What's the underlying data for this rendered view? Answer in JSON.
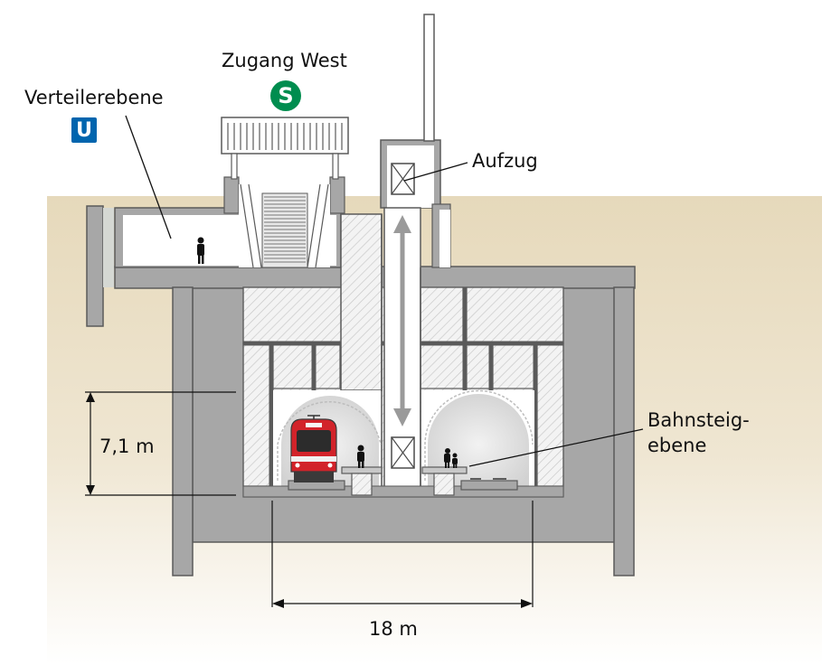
{
  "labels": {
    "zugang": "Zugang West",
    "verteiler": "Verteilerebene",
    "aufzug": "Aufzug",
    "bahnsteig_line1": "Bahnsteig-",
    "bahnsteig_line2": "ebene",
    "height": "7,1 m",
    "width": "18 m"
  },
  "icons": {
    "sbahn": {
      "glyph": "S",
      "color": "#008d4f"
    },
    "ubahn": {
      "glyph": "U",
      "color": "#0065ae"
    }
  },
  "colors": {
    "ground": "#eadfc6",
    "concrete": "#a7a7a7",
    "concrete_outline": "#5a5a5a",
    "hatch_fill": "#f3f3f3",
    "hatch_line": "#c9c9c9",
    "cavity": "#ffffff",
    "tunnel": "#dedede",
    "arrow": "#9a9a9a",
    "train": "#d2232a"
  }
}
